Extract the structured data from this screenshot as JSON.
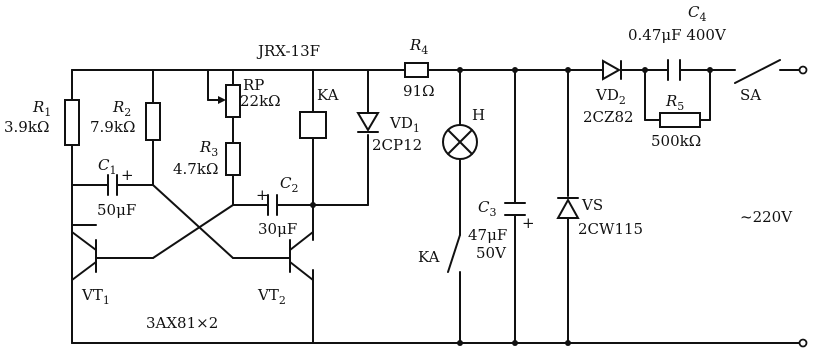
{
  "supply": {
    "header": "JRX-13F",
    "voltage": "~220V",
    "switch_label": "SA"
  },
  "components": {
    "R1": {
      "sym": "R",
      "sub": "1",
      "value": "3.9kΩ"
    },
    "R2": {
      "sym": "R",
      "sub": "2",
      "value": "7.9kΩ"
    },
    "RP": {
      "sym": "RP",
      "value": "22kΩ"
    },
    "R3": {
      "sym": "R",
      "sub": "3",
      "value": "4.7kΩ"
    },
    "C1": {
      "sym": "C",
      "sub": "1",
      "value": "50μF"
    },
    "C2": {
      "sym": "C",
      "sub": "2",
      "value": "30μF"
    },
    "KA": {
      "label": "KA"
    },
    "KA_contact": {
      "label": "KA"
    },
    "VD1": {
      "sym": "VD",
      "sub": "1",
      "value": "2CP12"
    },
    "R4": {
      "sym": "R",
      "sub": "4",
      "value": "91Ω"
    },
    "H": {
      "label": "H"
    },
    "C3": {
      "sym": "C",
      "sub": "3",
      "value": "47μF",
      "value2": "50V"
    },
    "VS": {
      "label": "VS",
      "value": "2CW115"
    },
    "VD2": {
      "sym": "VD",
      "sub": "2",
      "value": "2CZ82"
    },
    "C4": {
      "sym": "C",
      "sub": "4",
      "value": "0.47μF 400V"
    },
    "R5": {
      "sym": "R",
      "sub": "5",
      "value": "500kΩ"
    },
    "VT1": {
      "sym": "VT",
      "sub": "1"
    },
    "VT2": {
      "sym": "VT",
      "sub": "2"
    },
    "transistors": "3AX81×2"
  }
}
